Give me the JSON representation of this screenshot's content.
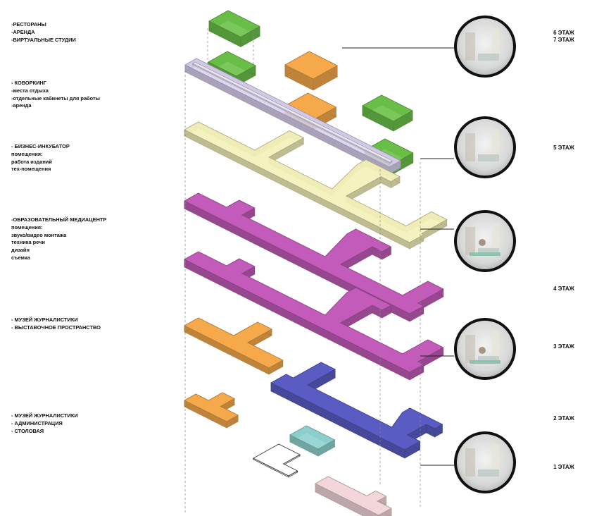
{
  "function_labels": [
    {
      "id": "restaurants",
      "lines": [
        "-РЕСТОРАНЫ",
        "-АРЕНДА",
        "-ВИРТУАЛЬНЫЕ СТУДИИ"
      ]
    },
    {
      "id": "coworking",
      "lines": [
        "- КОВОРКИНГ",
        "-места отдыха",
        "-отдельные кабинеты для работы",
        "-аренда"
      ]
    },
    {
      "id": "incubator",
      "lines": [
        "- БИЗНЕС-ИНКУБАТОР",
        "помещения:",
        "работа изданий",
        "тех-помещения"
      ]
    },
    {
      "id": "mediacenter",
      "lines": [
        "-ОБРАЗОВАТЕЛЬНЫЙ МЕДИАЦЕНТР",
        "помещения:",
        "звуко/видео монтажа",
        "техника речи",
        "дизайн",
        "съемка"
      ]
    },
    {
      "id": "museum-exhibit",
      "lines": [
        "- МУЗЕЙ ЖУРНАЛИСТИКИ",
        "- ВЫСТАВОЧНОЕ ПРОСТРАНСТВО"
      ]
    },
    {
      "id": "museum-admin",
      "lines": [
        "- МУЗЕЙ ЖУРНАЛИСТИКИ",
        "- АДМИНИСТРАЦИЯ",
        "- СТОЛОВАЯ"
      ]
    }
  ],
  "floor_labels": [
    {
      "id": "floor-6-7",
      "lines": [
        "6 ЭТАЖ",
        "7 ЭТАЖ"
      ]
    },
    {
      "id": "floor-5",
      "lines": [
        "5 ЭТАЖ"
      ]
    },
    {
      "id": "floor-4",
      "lines": [
        "4 ЭТАЖ"
      ]
    },
    {
      "id": "floor-3",
      "lines": [
        "3 ЭТАЖ"
      ]
    },
    {
      "id": "floor-2",
      "lines": [
        "2 ЭТАЖ"
      ]
    },
    {
      "id": "floor-1",
      "lines": [
        "1 ЭТАЖ"
      ]
    }
  ],
  "colors": {
    "green": "#6cc24a",
    "orange": "#f5a94a",
    "lavender": "#d9d0ee",
    "yellow": "#f3f1b8",
    "magenta": "#c25bb9",
    "blue": "#5a5cc4",
    "teal": "#8fd3cf",
    "pink": "#f3d6dc",
    "white": "#ffffff"
  }
}
